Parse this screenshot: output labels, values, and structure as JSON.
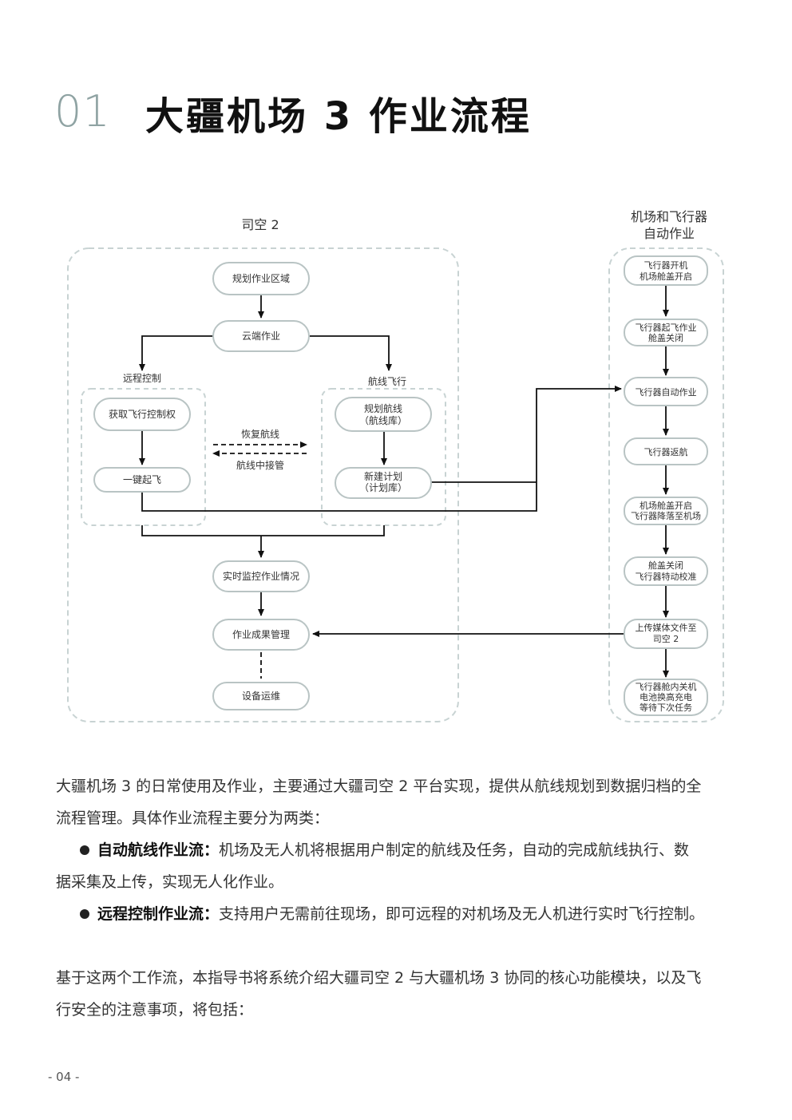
{
  "header": {
    "section_number": "01",
    "title": "大疆机场 3 作业流程"
  },
  "diagram": {
    "left_group_label": "司空 2",
    "right_group_label_line1": "机场和飞行器",
    "right_group_label_line2": "自动作业",
    "nodes": {
      "plan_area": "规划作业区域",
      "cloud_ops": "云端作业",
      "remote_label": "远程控制",
      "route_label": "航线飞行",
      "get_control": "获取飞行控制权",
      "one_click": "一键起飞",
      "plan_route_1": "规划航线",
      "plan_route_2": "（航线库）",
      "new_plan_1": "新建计划",
      "new_plan_2": "（计划库）",
      "resume_route": "恢复航线",
      "take_over": "航线中接管",
      "monitor": "实时监控作业情况",
      "results": "作业成果管理",
      "device_ops": "设备运维",
      "r1_1": "飞行器开机",
      "r1_2": "机场舱盖开启",
      "r2_1": "飞行器起飞作业",
      "r2_2": "舱盖关闭",
      "r3": "飞行器自动作业",
      "r4": "飞行器返航",
      "r5_1": "机场舱盖开启",
      "r5_2": "飞行器降落至机场",
      "r6_1": "舱盖关闭",
      "r6_2": "飞行器特动校准",
      "r7_1": "上传媒体文件至",
      "r7_2": "司空 2",
      "r8_1": "飞行器舱内关机",
      "r8_2": "电池换高充电",
      "r8_3": "等待下次任务"
    },
    "colors": {
      "dash_border": "#c8d3d3",
      "node_border": "#b9c4c4",
      "line": "#111111"
    }
  },
  "body": {
    "para1_line1": "大疆机场 3 的日常使用及作业，主要通过大疆司空 2 平台实现，提供从航线规划到数据归档的全",
    "para1_line2": "流程管理。具体作业流程主要分为两类：",
    "bullet1_title": "自动航线作业流：",
    "bullet1_text": "机场及无人机将根据用户制定的航线及任务，自动的完成航线执行、数",
    "bullet1_line2": "据采集及上传，实现无人化作业。",
    "bullet2_title": "远程控制作业流：",
    "bullet2_text": "支持用户无需前往现场，即可远程的对机场及无人机进行实时飞行控制。",
    "para2_line1": "基于这两个工作流，本指导书将系统介绍大疆司空 2 与大疆机场 3 协同的核心功能模块，以及飞",
    "para2_line2": "行安全的注意事项，将包括："
  },
  "footer": {
    "page_number": "- 04 -"
  }
}
